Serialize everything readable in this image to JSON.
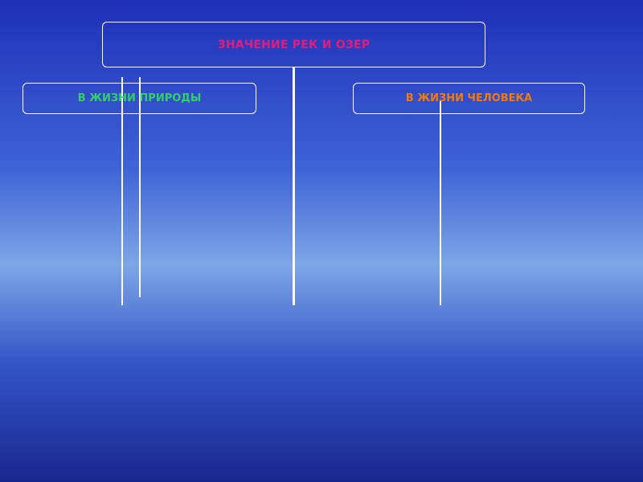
{
  "diagram": {
    "title": "ЗНАЧЕНИЕ РЕК И ОЗЕР",
    "branches": {
      "nature": "В ЖИЗНИ ПРИРОДЫ",
      "human": "В ЖИЗНИ ЧЕЛОВЕКА"
    }
  }
}
